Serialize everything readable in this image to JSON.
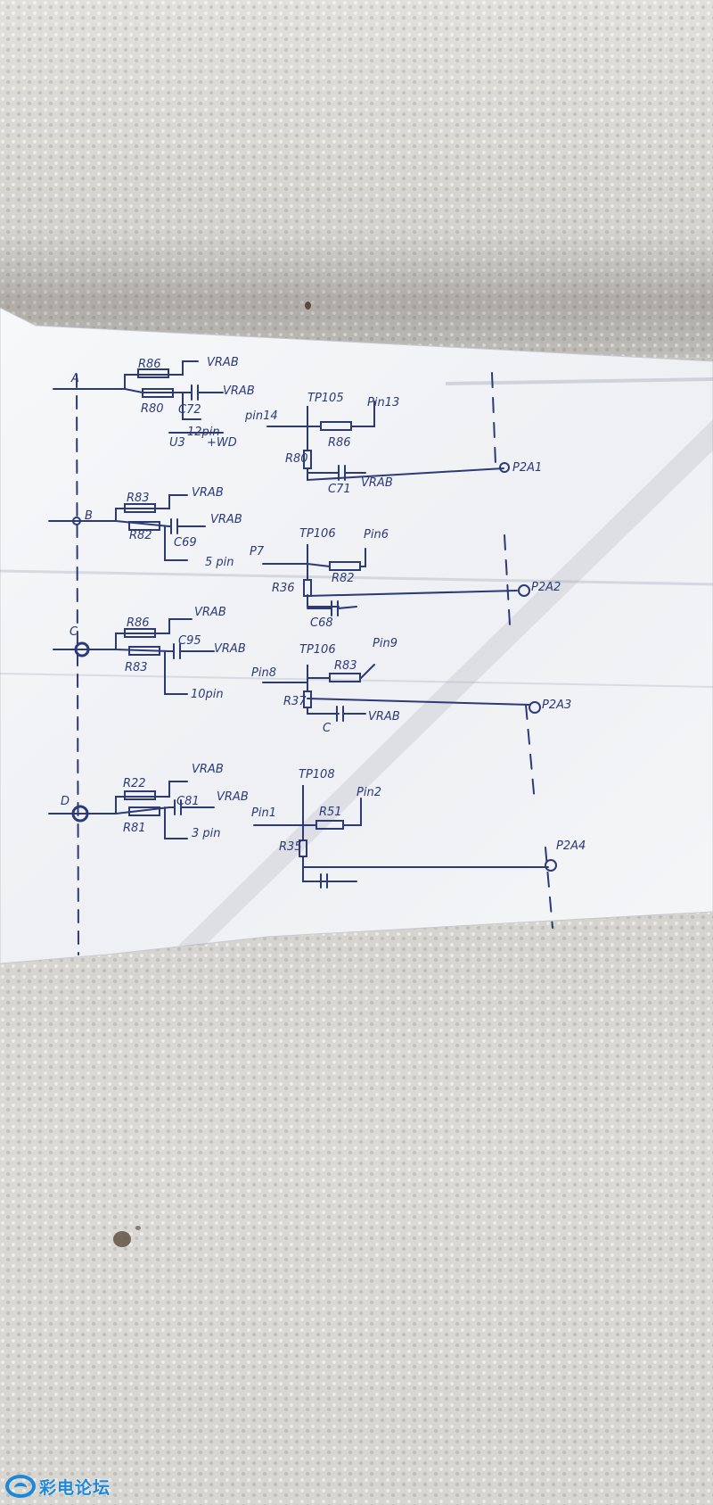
{
  "sections": [
    {
      "id": "A",
      "node": "A",
      "resistor_top": "R86",
      "resistor_bottom": "R80",
      "cap": "C72",
      "supply_top": "VRAB",
      "supply_cap": "VRAB",
      "pin": "12pin",
      "chip": "U3",
      "gnd": "+WD",
      "tp": "TP105",
      "pin_left": "pin14",
      "pin_right": "Pin13",
      "r_mid": "R86",
      "r_vert": "R80",
      "cap2": "C71",
      "supply2": "VRAB",
      "output": "P2A1"
    },
    {
      "id": "B",
      "node": "B",
      "resistor_top": "R83",
      "resistor_bottom": "R82",
      "cap": "C69",
      "supply_top": "VRAB",
      "supply_cap": "VRAB",
      "pin": "5 pin",
      "tp": "TP106",
      "pin_left": "P7",
      "pin_right": "Pin6",
      "r_mid": "R82",
      "r_vert": "R36",
      "cap2": "C68",
      "output": "P2A2"
    },
    {
      "id": "C",
      "node": "C",
      "resistor_top": "R86",
      "resistor_bottom": "R83",
      "cap": "C95",
      "supply_top": "VRAB",
      "supply_cap": "VRAB",
      "pin": "10pin",
      "tp": "TP106",
      "pin_left": "Pin8",
      "pin_right": "Pin9",
      "r_mid": "R83",
      "r_vert": "R37",
      "cap2": "C",
      "supply2": "VRAB",
      "output": "P2A3"
    },
    {
      "id": "D",
      "node": "D",
      "resistor_top": "R22",
      "resistor_bottom": "R81",
      "cap": "C81",
      "supply_top": "VRAB",
      "supply_cap": "VRAB",
      "pin": "3 pin",
      "tp": "TP108",
      "pin_left": "Pin1",
      "pin_right": "Pin2",
      "r_mid": "R51",
      "r_vert": "R35",
      "output": "P2A4"
    }
  ],
  "watermark": {
    "text": "彩电论坛"
  },
  "colors": {
    "ink": "#2c3a78",
    "paper": "#f4f5f7",
    "fabric": "#d8d6d1",
    "watermark": "#1e88d8"
  }
}
